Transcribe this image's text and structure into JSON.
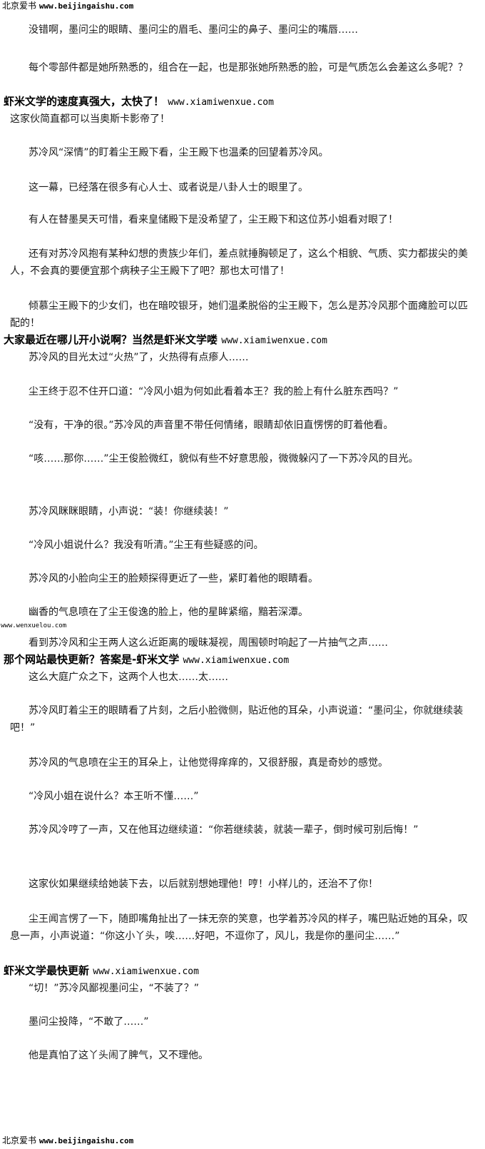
{
  "header": {
    "site_name": "北京爱书",
    "site_url": "www.beijingaishu.com"
  },
  "footer": {
    "site_name": "北京爱书",
    "site_url": "www.beijingaishu.com"
  },
  "watermark": "www.wenxuelou.com",
  "ads": [
    {
      "text": "虾米文学的速度真强大，太快了！",
      "url": "www.xiamiwenxue.com"
    },
    {
      "text": "大家最近在哪儿开小说啊？当然是虾米文学喽",
      "url": "www.xiamiwenxue.com"
    },
    {
      "text": "那个网站最快更新？答案是-虾米文学",
      "url": "www.xiamiwenxue.com"
    },
    {
      "text": "虾米文学最快更新",
      "url": "www.xiamiwenxue.com"
    }
  ],
  "paragraphs": [
    "没错啊，墨问尘的眼睛、墨问尘的眉毛、墨问尘的鼻子、墨问尘的嘴唇……",
    "每个零部件都是她所熟悉的，组合在一起，也是那张她所熟悉的脸，可是气质怎么会差这么多呢？？",
    "这家伙简直都可以当奥斯卡影帝了！",
    "苏冷风“深情”的盯着尘王殿下看，尘王殿下也温柔的回望着苏冷风。",
    "这一幕，已经落在很多有心人士、或者说是八卦人士的眼里了。",
    "有人在替墨昊天可惜，看来皇储殿下是没希望了，尘王殿下和这位苏小姐看对眼了！",
    "还有对苏冷风抱有某种幻想的贵族少年们，差点就捶胸顿足了，这么个相貌、气质、实力都拔尖的美人，不会真的要便宜那个病秧子尘王殿下了吧？那也太可惜了！",
    "倾慕尘王殿下的少女们，也在暗咬银牙，她们温柔脱俗的尘王殿下，怎么是苏冷风那个面瘫脸可以匹配的！",
    "苏冷风的目光太过“火热”了，火热得有点瘆人……",
    "尘王终于忍不住开口道：“冷风小姐为何如此看着本王？我的脸上有什么脏东西吗？”",
    "“没有，干净的很。”苏冷风的声音里不带任何情绪，眼睛却依旧直愣愣的盯着他看。",
    "“咳……那你……”尘王俊脸微红，貌似有些不好意思般，微微躲闪了一下苏冷风的目光。",
    "苏冷风眯眯眼睛，小声说：“装！你继续装！”",
    "“冷风小姐说什么？我没有听清。”尘王有些疑惑的问。",
    "苏冷风的小脸向尘王的脸颊探得更近了一些，紧盯着他的眼睛看。",
    "幽香的气息喷在了尘王俊逸的脸上，他的星眸紧缩，黯若深潭。",
    "看到苏冷风和尘王两人这么近距离的暧昧凝视，周围顿时响起了一片抽气之声……",
    "这么大庭广众之下，这两个人也太……太……",
    "苏冷风盯着尘王的眼睛看了片刻，之后小脸微侧，贴近他的耳朵，小声说道：“墨问尘，你就继续装吧！”",
    "苏冷风的气息喷在尘王的耳朵上，让他觉得痒痒的，又很舒服，真是奇妙的感觉。",
    "“冷风小姐在说什么？本王听不懂……”",
    "苏冷风冷哼了一声，又在他耳边继续道：“你若继续装，就装一辈子，倒时候可别后悔！”",
    "这家伙如果继续给她装下去，以后就别想她理他！哼！小样儿的，还治不了你！",
    "尘王闻言愣了一下，随即嘴角扯出了一抹无奈的笑意，也学着苏冷风的样子，嘴巴贴近她的耳朵，叹息一声，小声说道：“你这小丫头，唉……好吧，不逗你了，风儿，我是你的墨问尘……”",
    "“切！”苏冷风鄙视墨问尘，“不装了？”",
    "墨问尘投降，“不敢了……”",
    "他是真怕了这丫头闹了脾气，又不理他。"
  ]
}
